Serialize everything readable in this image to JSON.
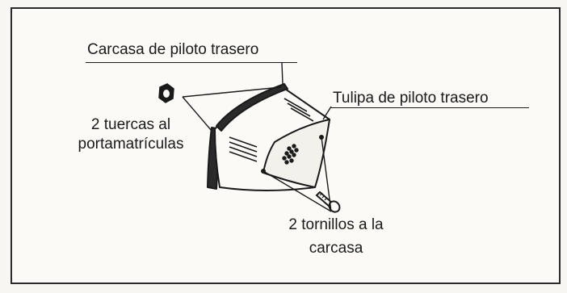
{
  "labels": {
    "housing": "Carcasa de piloto trasero",
    "lens": "Tulipa de piloto trasero",
    "nuts_line1": "2 tuercas al",
    "nuts_line2": "portamatrículas",
    "screws_line1": "2 tornillos a la",
    "screws_line2": "carcasa"
  }
}
